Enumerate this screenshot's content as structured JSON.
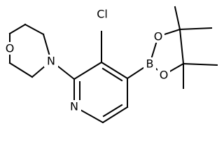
{
  "molecule": {
    "atoms": {
      "morpholine_o": "O",
      "morpholine_n": "N",
      "pyridine_n": "N",
      "chloro": "Cl",
      "boron": "B",
      "dioxaborolane_o_top": "O",
      "dioxaborolane_o_bottom": "O"
    }
  }
}
